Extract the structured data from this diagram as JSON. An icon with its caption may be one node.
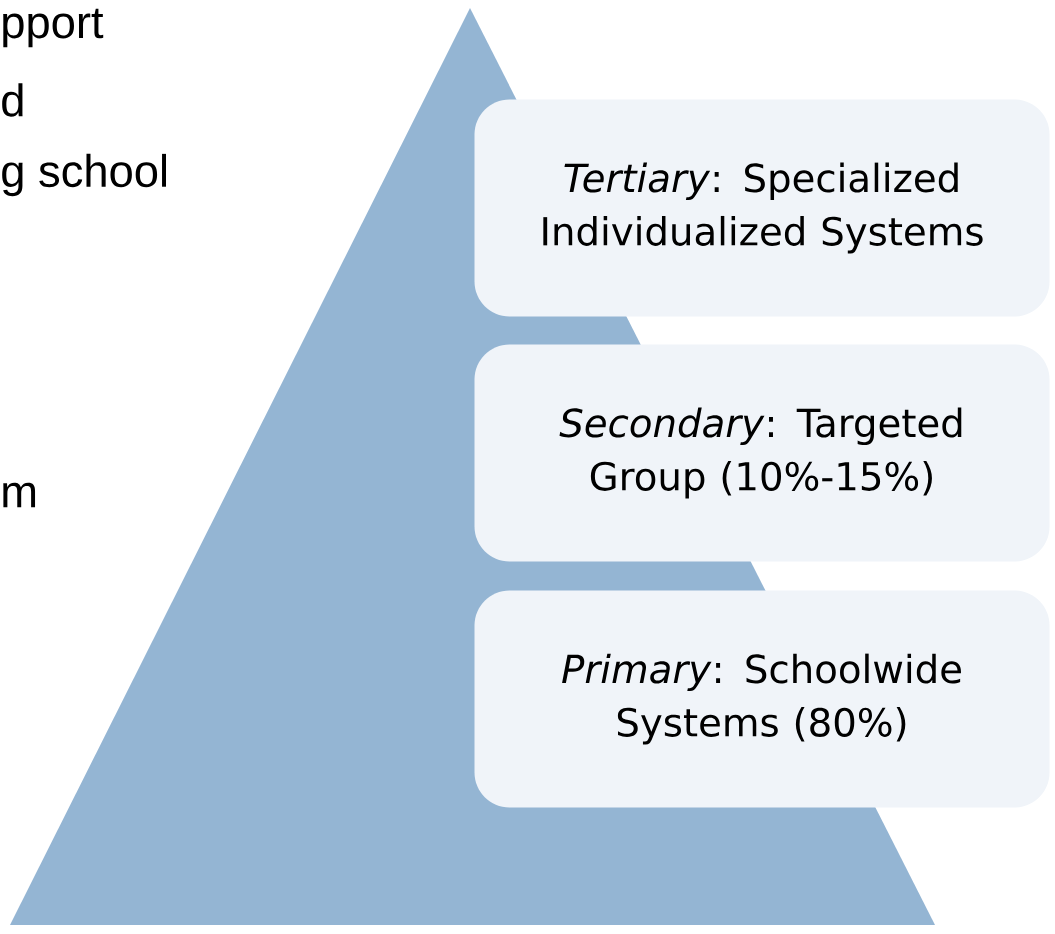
{
  "diagram": {
    "nodes": [
      {
        "text": [
          "*Tertiary*: Specialized Individualized Systems"
        ]
      },
      {
        "text": [
          "*Secondary*: Targeted Group (10%-15%)"
        ]
      },
      {
        "text": [
          "*Primary*: Schoolwide Systems (80%)"
        ]
      }
    ],
    "labels": [
      "pport",
      "d",
      "g school",
      "m"
    ]
  }
}
